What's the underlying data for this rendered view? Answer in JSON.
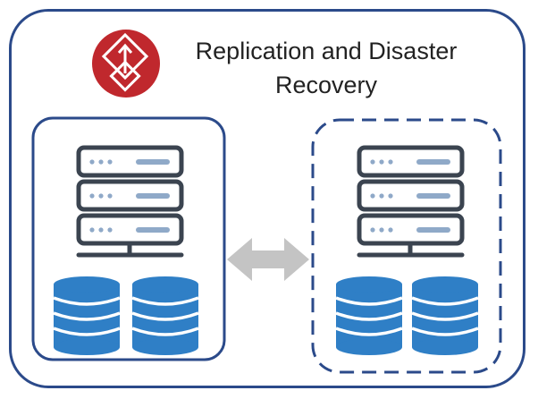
{
  "diagram": {
    "title_line1": "Replication and Disaster",
    "title_line2": "Recovery",
    "colors": {
      "frame": "#2b4a8a",
      "logo_bg": "#c0282d",
      "server": "#3b4450",
      "server_bar": "#8fa9c8",
      "database": "#2f7fc6",
      "database_stripe": "#ffffff",
      "arrow": "#c4c4c4"
    },
    "icons": {
      "logo": "replication-logo-icon",
      "primary_server": "server-rack-icon",
      "primary_database": "database-icon",
      "replica_server": "server-rack-icon",
      "replica_database": "database-icon",
      "sync": "bidirectional-arrow-icon"
    },
    "sites": [
      {
        "role": "primary",
        "border": "solid"
      },
      {
        "role": "replica",
        "border": "dashed"
      }
    ]
  }
}
